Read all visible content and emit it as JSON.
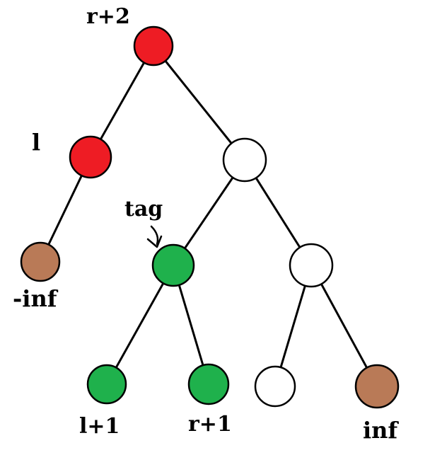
{
  "diagram": {
    "title": "",
    "colors": {
      "red": "#ee1c24",
      "white": "#ffffff",
      "green": "#1fb14c",
      "brown": "#b97a57",
      "line": "#000000"
    },
    "nodes": [
      {
        "id": "root",
        "fill": "red"
      },
      {
        "id": "l",
        "fill": "red"
      },
      {
        "id": "right-internal",
        "fill": "white"
      },
      {
        "id": "neg-inf",
        "fill": "brown"
      },
      {
        "id": "tag-node",
        "fill": "green"
      },
      {
        "id": "right-right",
        "fill": "white"
      },
      {
        "id": "l-plus-1",
        "fill": "green"
      },
      {
        "id": "r-plus-1",
        "fill": "green"
      },
      {
        "id": "leaf-white",
        "fill": "white"
      },
      {
        "id": "inf",
        "fill": "brown"
      }
    ],
    "labels": {
      "root": "r+2",
      "l": "l",
      "tag": "tag",
      "neg_inf": "-inf",
      "l_plus_1": "l+1",
      "r_plus_1": "r+1",
      "inf": "inf"
    }
  }
}
